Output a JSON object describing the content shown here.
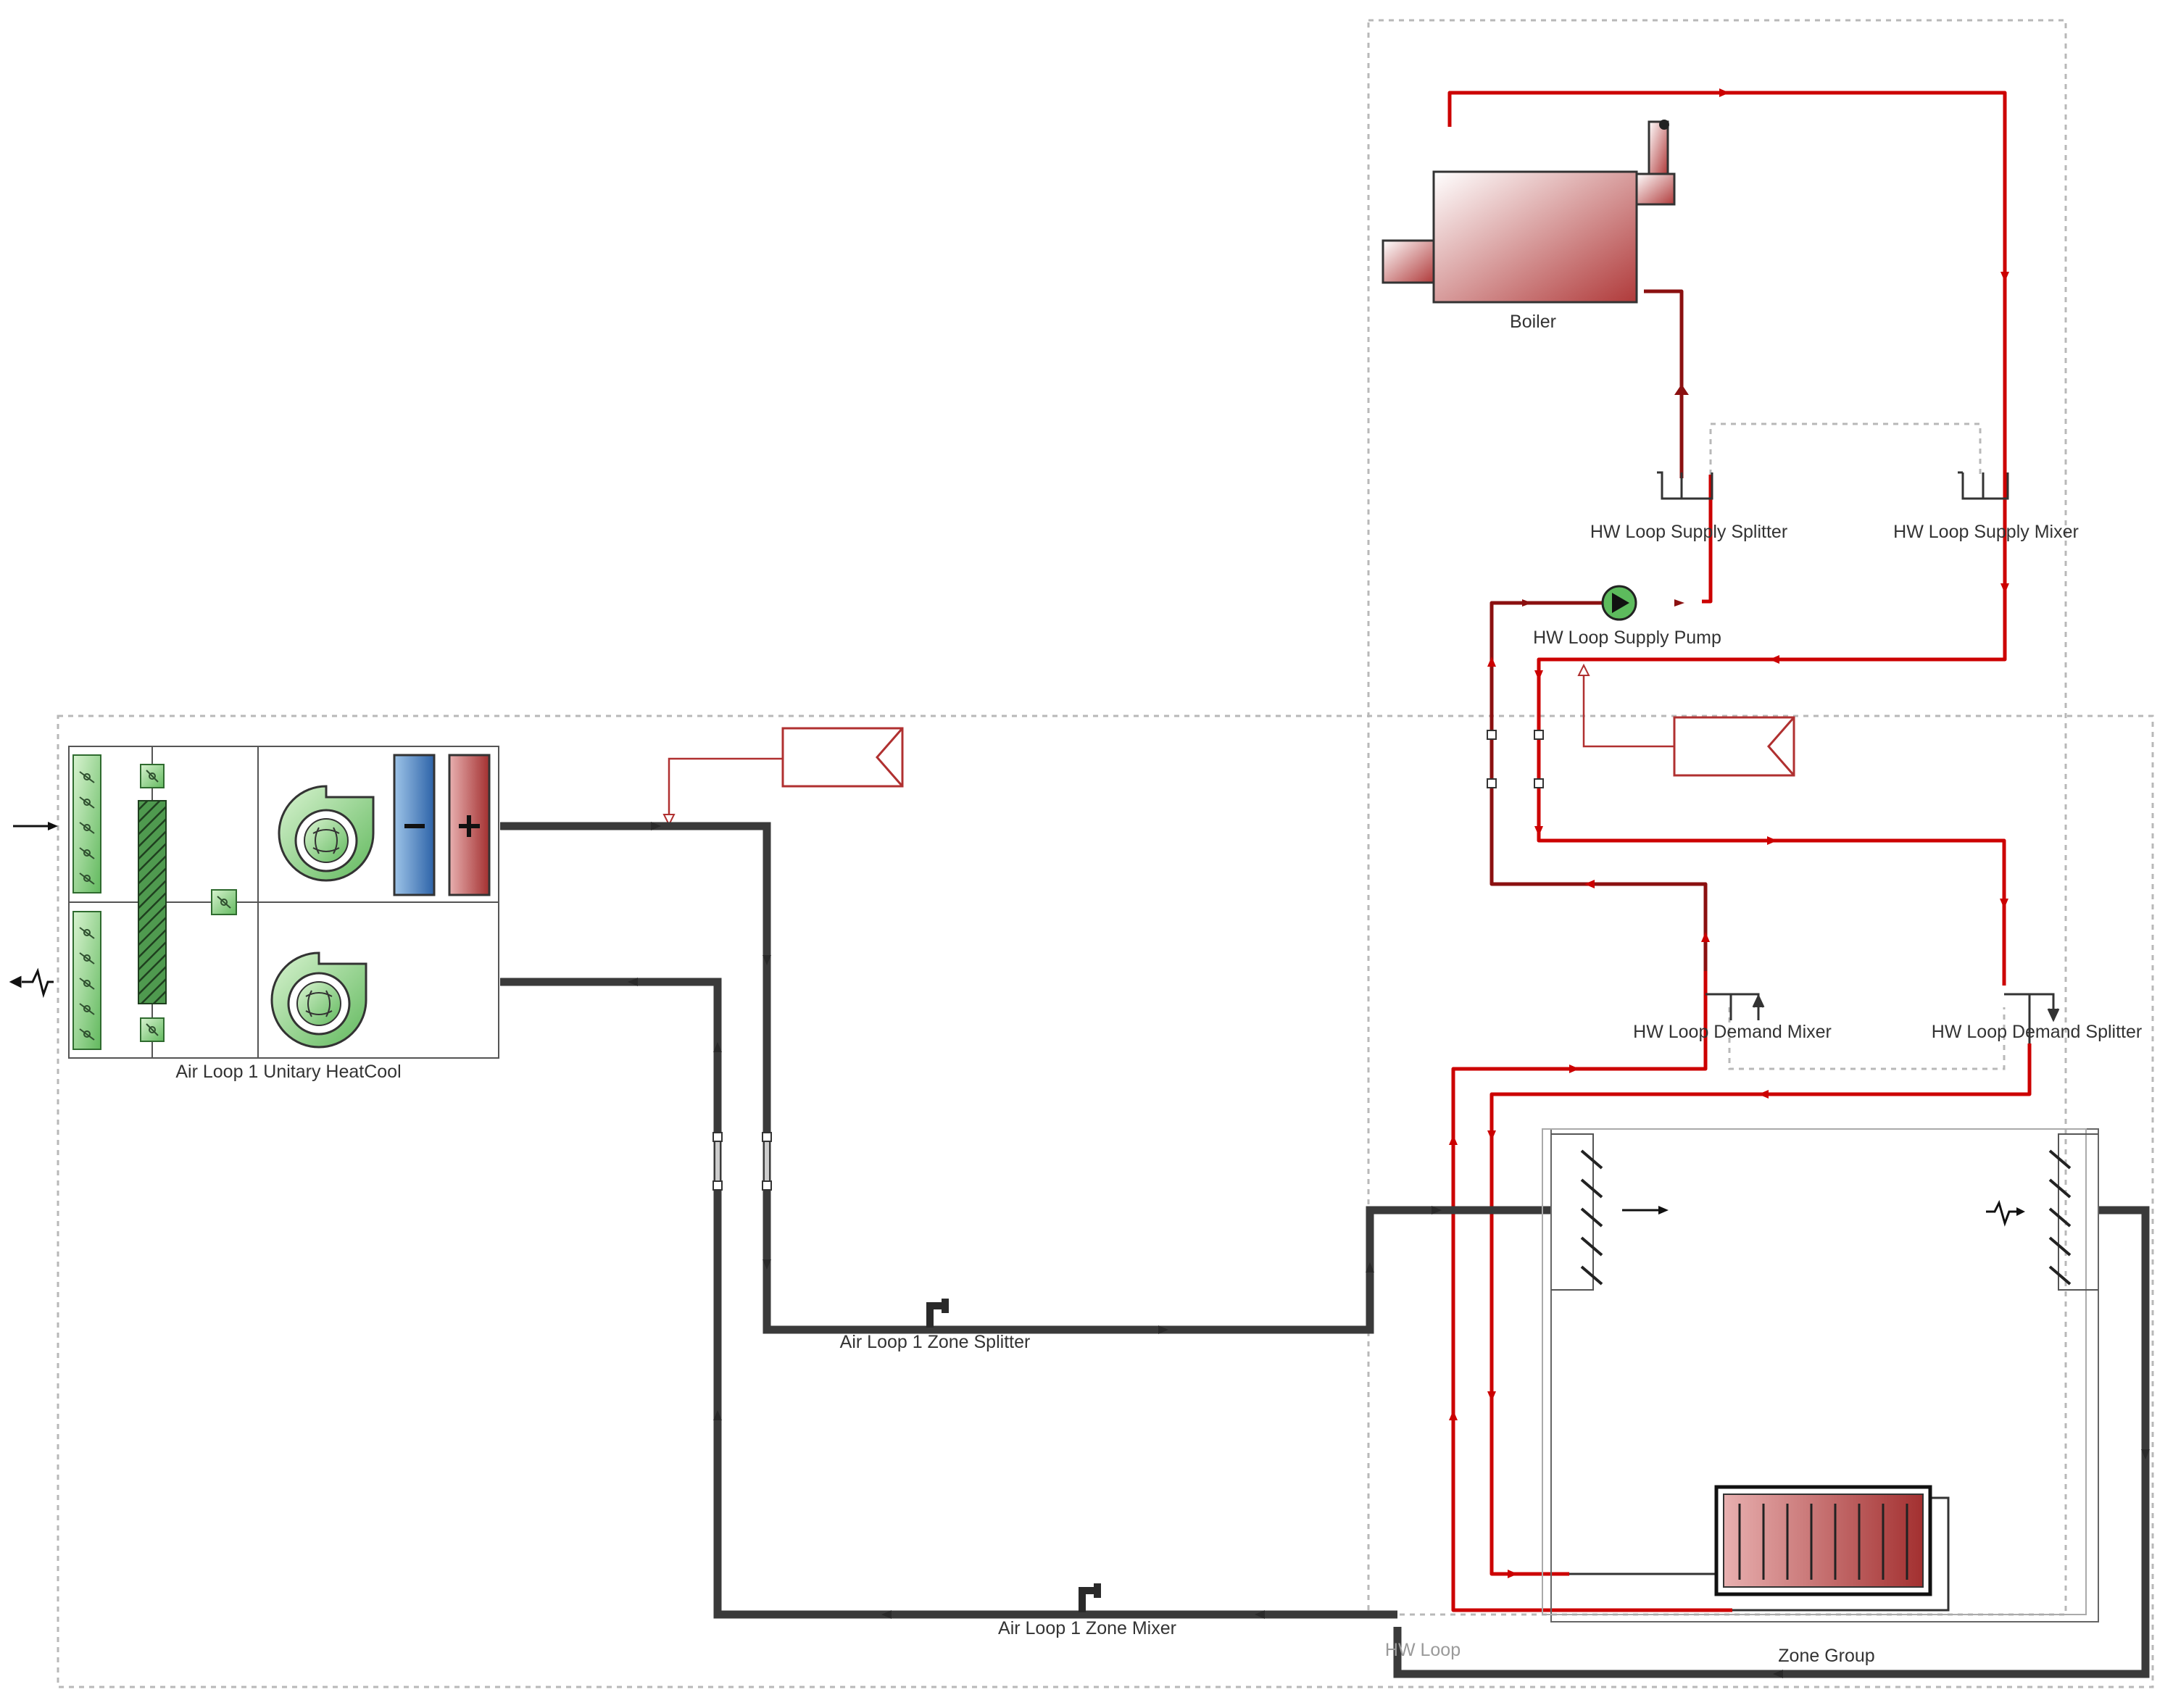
{
  "labels": {
    "boiler": "Boiler",
    "supply_splitter": "HW Loop Supply Splitter",
    "supply_mixer": "HW Loop Supply Mixer",
    "supply_pump": "HW Loop Supply Pump",
    "demand_mixer": "HW Loop Demand Mixer",
    "demand_splitter": "HW Loop Demand Splitter",
    "air_loop_unit": "Air Loop 1 Unitary HeatCool",
    "zone_splitter": "Air Loop 1 Zone Splitter",
    "zone_mixer": "Air Loop 1 Zone Mixer",
    "hw_loop": "HW Loop",
    "zone_group": "Zone Group"
  },
  "colors": {
    "water_supply": "#cc0000",
    "water_return": "#8b1010",
    "air_duct": "#3a3a3a",
    "boundary": "#b8b8b8",
    "fan_green": "#6fc46f",
    "coil_blue": "#3a78c0",
    "coil_red": "#b84a4a"
  },
  "icons": {
    "boiler": "boiler-icon",
    "pump": "pump-icon",
    "supply_fan": "supply-fan-icon",
    "return_fan": "return-fan-icon",
    "cooling_coil": "cooling-coil-icon",
    "heating_coil": "heating-coil-icon",
    "baseboard": "baseboard-heater-icon",
    "diffuser": "air-diffuser-icon",
    "setpoint_manager": "setpoint-manager-icon"
  }
}
